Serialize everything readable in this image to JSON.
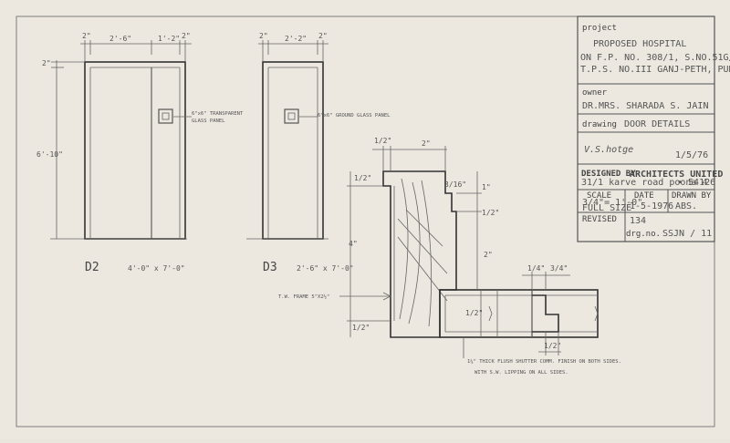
{
  "title_block": {
    "project_label": "project",
    "project_line1": "PROPOSED HOSPITAL",
    "project_line2": "ON F.P. NO. 308/1, S.NO.51G/A",
    "project_line3": "T.P.S. NO.III GANJ-PETH, PUNE",
    "owner_label": "owner",
    "owner_value": "DR.MRS. SHARADA S. JAIN",
    "drawing_label": "drawing",
    "drawing_value": "DOOR DETAILS",
    "signature": "V.S.hotge",
    "sign_date": "1/5/76",
    "designed_by": "DESIGNED BY",
    "firm": "ARCHITECTS UNITED",
    "address": "31/1 karve road poona 4",
    "phone": "• 54126",
    "scale_label": "SCALE",
    "scale_line1": "3/4\"= 1'-0\"",
    "scale_line2": "FULL SIZE",
    "date_label": "DATE",
    "date_value": "1-5-1976",
    "drawn_label": "DRAWN BY",
    "drawn_value": "ABS.",
    "revised_label": "REVISED",
    "revised_value": "134",
    "drgno_label": "drg.no.",
    "drgno_value": "SSJN / 11"
  },
  "d2": {
    "label": "D2",
    "size": "4'-0\" x 7'-0\"",
    "dim_top_a": "2\"",
    "dim_top_b": "2'-6\"",
    "dim_top_c": "1'-2\"",
    "dim_top_d": "2\"",
    "dim_side_top": "2\"",
    "dim_side_height": "6'-10\"",
    "panel_note_1": "6\"x6\" TRANSPARENT",
    "panel_note_2": "GLASS PANEL"
  },
  "d3": {
    "label": "D3",
    "size": "2'-6\" x 7'-0\"",
    "dim_top_a": "2\"",
    "dim_top_b": "2'-2\"",
    "dim_top_c": "2\"",
    "panel_note": "6\"x6\" GROUND GLASS PANEL"
  },
  "section": {
    "dim_a": "1/2\"",
    "dim_b": "2\"",
    "dim_c": "1/2\"",
    "dim_d": "3/16\"",
    "dim_e": "1\"",
    "dim_f": "1/2\"",
    "dim_g": "4\"",
    "dim_h": "2\"",
    "dim_i": "1/2\"",
    "dim_j": "1/2\"",
    "dim_k": "1/4\"",
    "dim_l": "3/4\"",
    "dim_m": "1/2\"",
    "frame_note": "T.W. FRAME 5\"X2½\"",
    "note_1": "1¼\" THICK FLUSH SHUTTER COMM. FINISH ON BOTH SIDES.",
    "note_2": "WITH S.W. LIPPING ON ALL SIDES."
  }
}
